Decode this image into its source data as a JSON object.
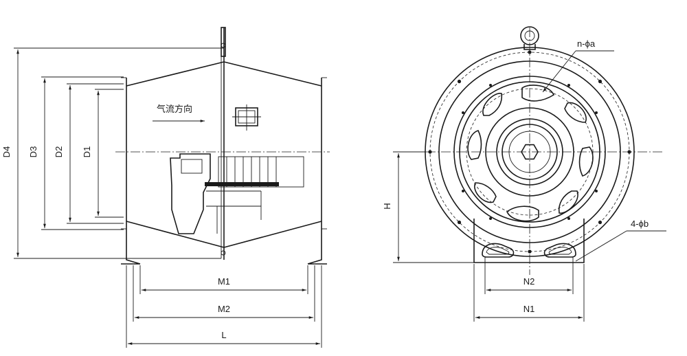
{
  "side_view": {
    "airflow_label": "气流方向",
    "dims": {
      "d4": "D4",
      "d3": "D3",
      "d2": "D2",
      "d1": "D1",
      "m1": "M1",
      "m2": "M2",
      "l": "L"
    }
  },
  "front_view": {
    "dims": {
      "h": "H",
      "n2": "N2",
      "n1": "N1"
    },
    "callouts": {
      "holes_ring": "n-ϕa",
      "holes_base": "4-ϕb"
    }
  }
}
